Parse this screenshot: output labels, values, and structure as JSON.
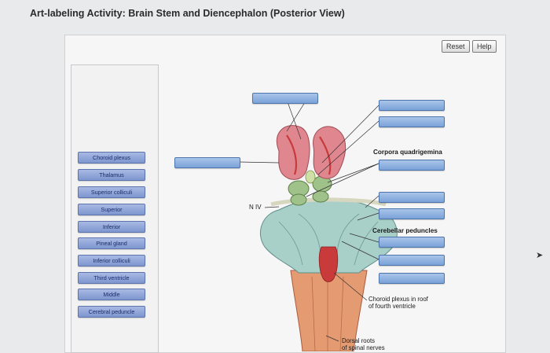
{
  "page": {
    "title": "Art-labeling Activity: Brain Stem and Diencephalon (Posterior View)"
  },
  "toolbar": {
    "reset_label": "Reset",
    "help_label": "Help"
  },
  "term_bank": [
    "Choroid plexus",
    "Thalamus",
    "Superior colliculi",
    "Superior",
    "Inferior",
    "Pineal gland",
    "Inferior colliculi",
    "Third ventricle",
    "Middle",
    "Cerebral peduncle"
  ],
  "diagram": {
    "labels": {
      "corpora_quadrigemina": "Corpora quadrigemina",
      "niv": "N IV",
      "cerebellar_peduncles": "Cerebellar peduncles",
      "choroid_plexus_line1": "Choroid plexus in roof",
      "choroid_plexus_line2": "of fourth ventricle",
      "dorsal_roots_line1": "Dorsal roots",
      "dorsal_roots_line2": "of spinal nerves"
    },
    "colors": {
      "thalamus": "#e0868f",
      "colliculi": "#9fc28a",
      "peduncles": "#a9cfc9",
      "medulla": "#e59b72",
      "choroid": "#c93a3a",
      "drop_zone": "#8fb1e0"
    }
  }
}
